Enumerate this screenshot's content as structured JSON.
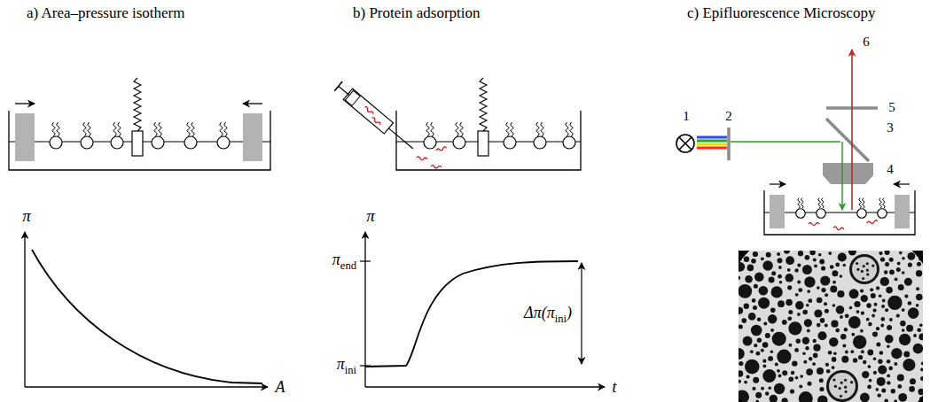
{
  "diagram": {
    "labels": [
      "a) Area–pressure isotherm",
      "b) Protein adsorption",
      "c) Epifluorescence Microscopy",
      "π",
      "A",
      "π",
      "πend",
      "πini",
      "Δπ(πini)",
      "t",
      "1",
      "2",
      "3",
      "4",
      "5",
      "6"
    ]
  }
}
